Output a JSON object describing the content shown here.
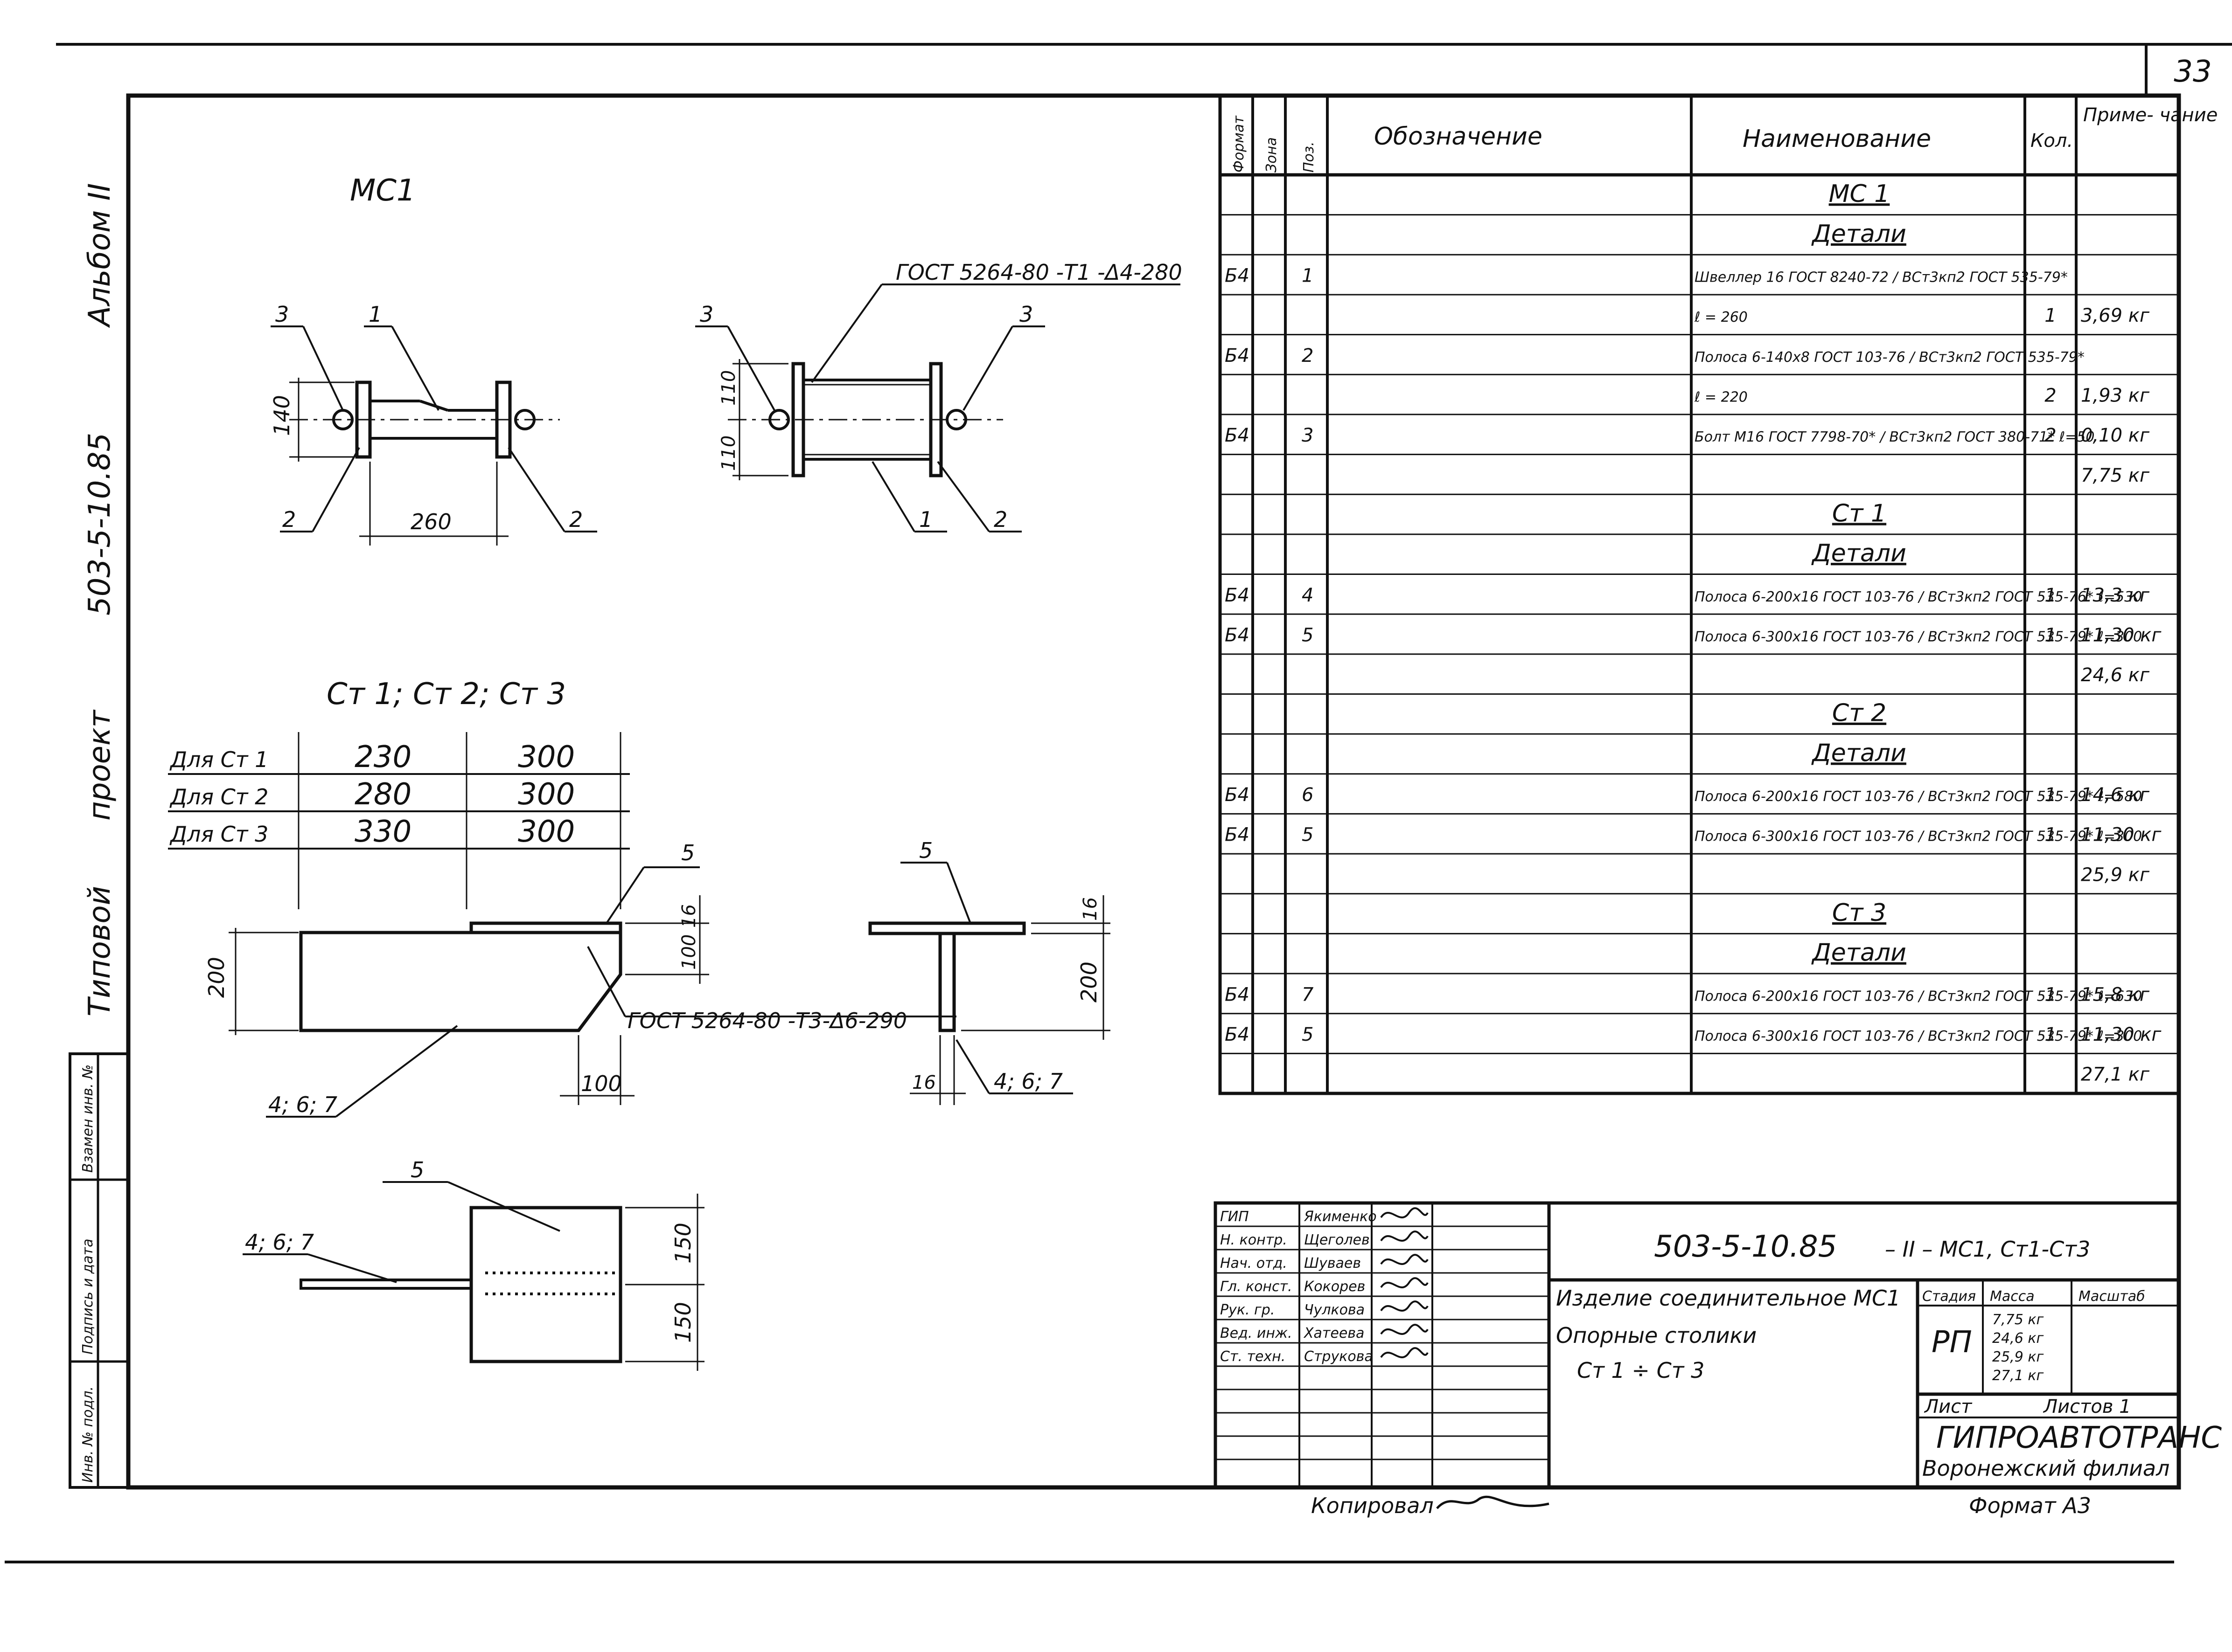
{
  "sheet_number": "33",
  "side_labels": {
    "album": "Альбом II",
    "code": "503-5-10.85",
    "project": "проект",
    "typical": "Типовой",
    "stamp1": "Взамен инв. №",
    "stamp2": "Подпись и дата",
    "stamp3": "Инв. № подл."
  },
  "drawings": {
    "mc1_title": "МС1",
    "weld_top": "ГОСТ 5264-80 -Т1 -Δ4-280",
    "ct_title": "Ст 1; Ст 2; Ст 3",
    "dim_140": "140",
    "dim_260": "260",
    "dim_110a": "110",
    "dim_110b": "110",
    "callout_1": "1",
    "callout_2": "2",
    "callout_3": "3",
    "callout_5": "5",
    "callout_467": "4; 6; 7",
    "weld_bottom": "ГОСТ 5264-80 -Т3-Δ6-290",
    "dim_16": "16",
    "dim_100": "100",
    "dim_200": "200",
    "dim_150": "150",
    "dims_table": [
      {
        "label": "Для Ст 1",
        "a": "230",
        "b": "300"
      },
      {
        "label": "Для Ст 2",
        "a": "280",
        "b": "300"
      },
      {
        "label": "Для Ст 3",
        "a": "330",
        "b": "300"
      }
    ]
  },
  "spec": {
    "headers": {
      "format": "Формат",
      "zone": "Зона",
      "pos": "Поз.",
      "designation": "Обозначение",
      "name": "Наименование",
      "qty": "Кол.",
      "note": "Приме- чание"
    },
    "rows": [
      {
        "fmt": "",
        "pos": "",
        "name": "МС 1",
        "qty": "",
        "note": "",
        "kind": "title"
      },
      {
        "fmt": "",
        "pos": "",
        "name": "Детали",
        "qty": "",
        "note": "",
        "kind": "title"
      },
      {
        "fmt": "Б4",
        "pos": "1",
        "name": "Швеллер 16 ГОСТ 8240-72 / ВСт3кп2 ГОСТ 535-79*",
        "qty": "",
        "note": "",
        "kind": "item"
      },
      {
        "fmt": "",
        "pos": "",
        "name": "ℓ = 260",
        "qty": "1",
        "note": "3,69 кг",
        "kind": "item"
      },
      {
        "fmt": "Б4",
        "pos": "2",
        "name": "Полоса 6-140х8 ГОСТ 103-76 / ВСт3кп2 ГОСТ 535-79*",
        "qty": "",
        "note": "",
        "kind": "item"
      },
      {
        "fmt": "",
        "pos": "",
        "name": "ℓ = 220",
        "qty": "2",
        "note": "1,93 кг",
        "kind": "item"
      },
      {
        "fmt": "Б4",
        "pos": "3",
        "name": "Болт М16 ГОСТ 7798-70* / ВСт3кп2 ГОСТ 380-71* ℓ=50",
        "qty": "2",
        "note": "0,10 кг",
        "kind": "item"
      },
      {
        "fmt": "",
        "pos": "",
        "name": "",
        "qty": "",
        "note": "7,75 кг",
        "kind": "total"
      },
      {
        "fmt": "",
        "pos": "",
        "name": "Ст 1",
        "qty": "",
        "note": "",
        "kind": "title"
      },
      {
        "fmt": "",
        "pos": "",
        "name": "Детали",
        "qty": "",
        "note": "",
        "kind": "title"
      },
      {
        "fmt": "Б4",
        "pos": "4",
        "name": "Полоса 6-200х16 ГОСТ 103-76 / ВСт3кп2 ГОСТ 535-76* ℓ=530",
        "qty": "1",
        "note": "13,3 кг",
        "kind": "item"
      },
      {
        "fmt": "Б4",
        "pos": "5",
        "name": "Полоса 6-300х16 ГОСТ 103-76 / ВСт3кп2 ГОСТ 535-79* ℓ=300",
        "qty": "1",
        "note": "11,30 кг",
        "kind": "item"
      },
      {
        "fmt": "",
        "pos": "",
        "name": "",
        "qty": "",
        "note": "24,6 кг",
        "kind": "total"
      },
      {
        "fmt": "",
        "pos": "",
        "name": "Ст 2",
        "qty": "",
        "note": "",
        "kind": "title"
      },
      {
        "fmt": "",
        "pos": "",
        "name": "Детали",
        "qty": "",
        "note": "",
        "kind": "title"
      },
      {
        "fmt": "Б4",
        "pos": "6",
        "name": "Полоса 6-200х16 ГОСТ 103-76 / ВСт3кп2 ГОСТ 535-79* ℓ=580",
        "qty": "1",
        "note": "14,6 кг",
        "kind": "item"
      },
      {
        "fmt": "Б4",
        "pos": "5",
        "name": "Полоса 6-300х16 ГОСТ 103-76 / ВСт3кп2 ГОСТ 535-79* ℓ=300",
        "qty": "1",
        "note": "11,30 кг",
        "kind": "item"
      },
      {
        "fmt": "",
        "pos": "",
        "name": "",
        "qty": "",
        "note": "25,9 кг",
        "kind": "total"
      },
      {
        "fmt": "",
        "pos": "",
        "name": "Ст 3",
        "qty": "",
        "note": "",
        "kind": "title"
      },
      {
        "fmt": "",
        "pos": "",
        "name": "Детали",
        "qty": "",
        "note": "",
        "kind": "title"
      },
      {
        "fmt": "Б4",
        "pos": "7",
        "name": "Полоса 6-200х16 ГОСТ 103-76 / ВСт3кп2 ГОСТ 535-79* ℓ=630",
        "qty": "1",
        "note": "15,8 кг",
        "kind": "item"
      },
      {
        "fmt": "Б4",
        "pos": "5",
        "name": "Полоса 6-300х16 ГОСТ 103-76 / ВСт3кп2 ГОСТ 535-79* ℓ=300",
        "qty": "1",
        "note": "11,30 кг",
        "kind": "item"
      },
      {
        "fmt": "",
        "pos": "",
        "name": "",
        "qty": "",
        "note": "27,1 кг",
        "kind": "total"
      }
    ]
  },
  "title_block": {
    "signers": [
      {
        "role": "ГИП",
        "name": "Якименко"
      },
      {
        "role": "Н. контр.",
        "name": "Щеголев"
      },
      {
        "role": "Нач. отд.",
        "name": "Шуваев"
      },
      {
        "role": "Гл. конст.",
        "name": "Кокорев"
      },
      {
        "role": "Рук. гр.",
        "name": "Чулкова"
      },
      {
        "role": "Вед. инж.",
        "name": "Хатеева"
      },
      {
        "role": "Ст. техн.",
        "name": "Струкова"
      }
    ],
    "document_code": "503-5-10.85",
    "document_suffix": "– II – МС1, Ст1-Ст3",
    "item_title_1": "Изделие соединительное МС1",
    "item_title_2": "Опорные столики",
    "item_title_3": "Ст 1 ÷ Ст 3",
    "stage_label": "Стадия",
    "stage_value": "РП",
    "mass_label": "Масса",
    "mass_values": [
      "7,75 кг",
      "24,6 кг",
      "25,9 кг",
      "27,1 кг"
    ],
    "scale_label": "Масштаб",
    "sheet_label": "Лист",
    "sheets_label": "Листов 1",
    "org_name": "ГИПРОАВТОТРАНС",
    "org_branch": "Воронежский филиал"
  },
  "footer": {
    "copied_by": "Копировал",
    "format": "Формат А3"
  },
  "colors": {
    "ink": "#111111",
    "paper": "#ffffff"
  }
}
